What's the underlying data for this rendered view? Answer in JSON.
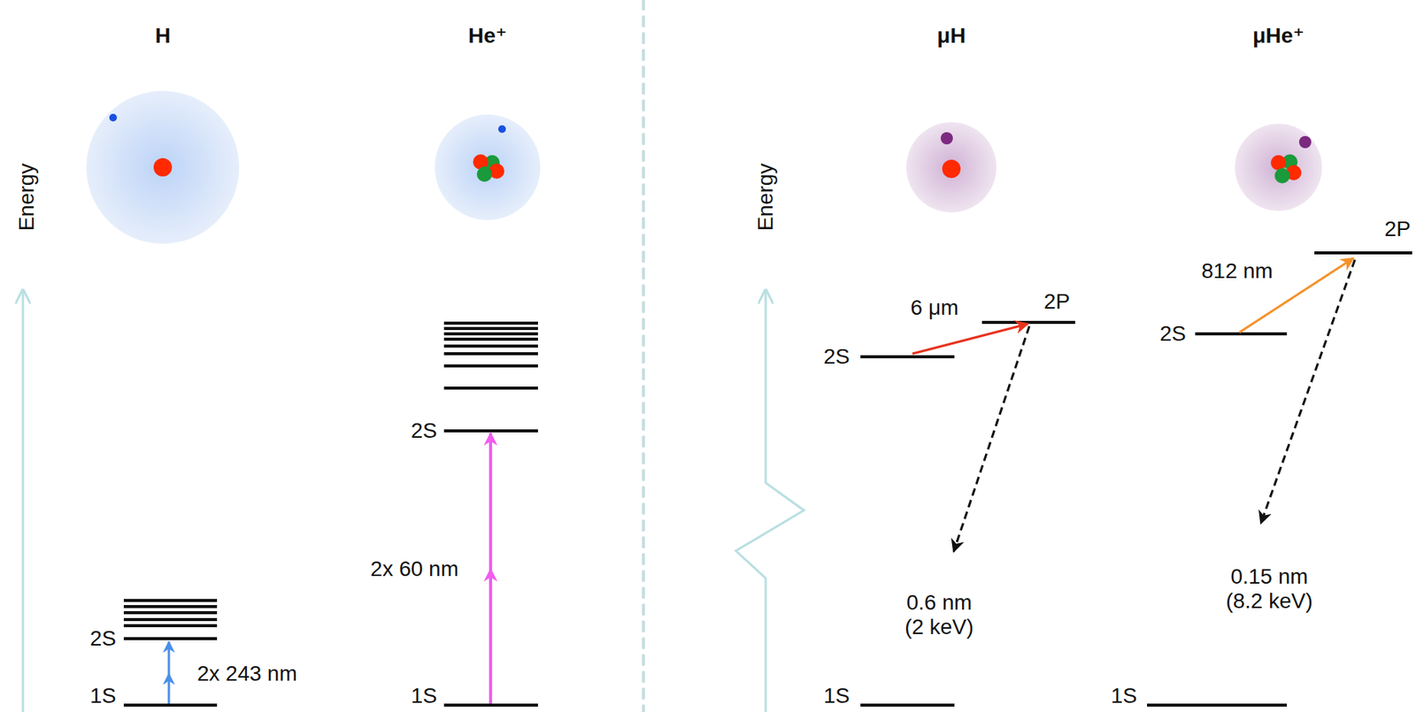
{
  "diagram": {
    "labels": [
      "H",
      "He⁺",
      "μH",
      "μHe⁺",
      "Energy",
      "2S",
      "2x 243 nm",
      "1S",
      "2S",
      "2x 60 nm",
      "1S",
      "Energy",
      "2S",
      "6 μm",
      "2P",
      "0.6 nm (2 keV)",
      "1S",
      "812 nm",
      "2S",
      "2P",
      "0.15 nm (8.2 keV)",
      "1S"
    ]
  }
}
